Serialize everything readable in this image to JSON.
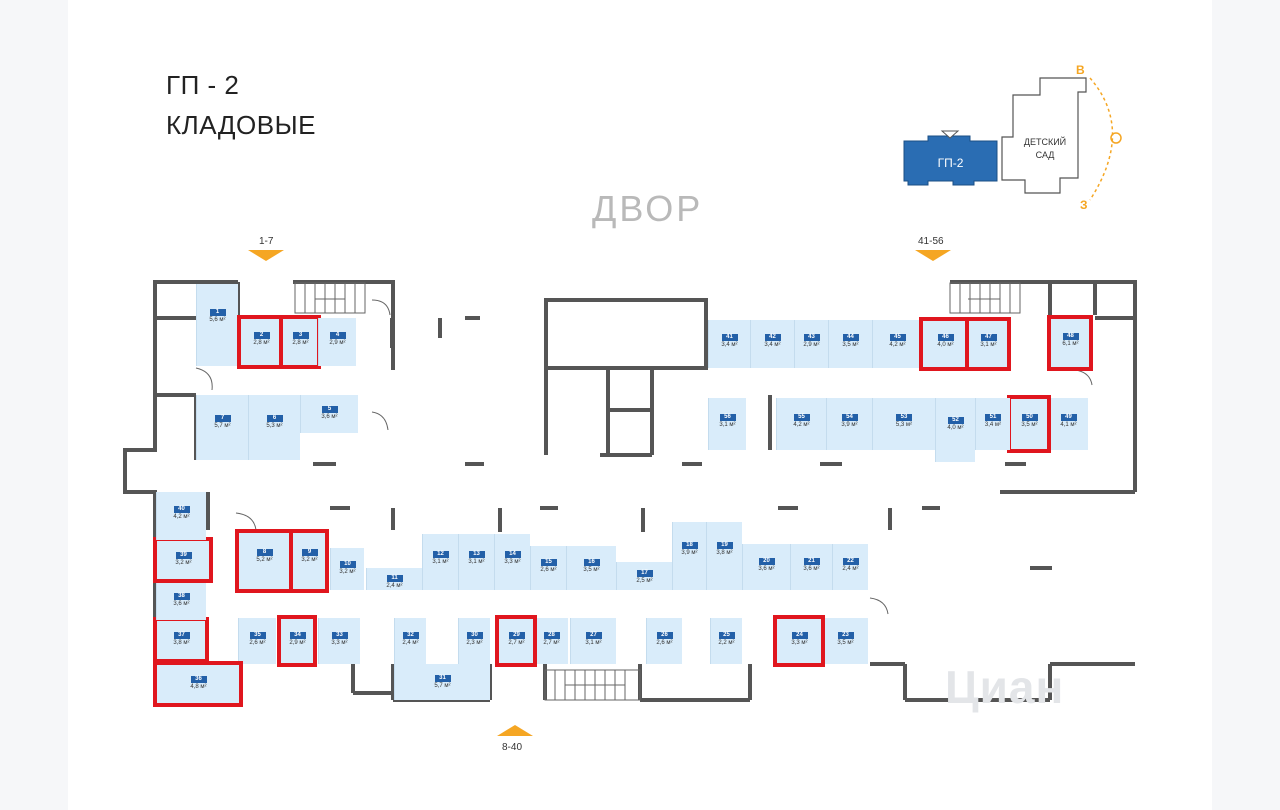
{
  "title": {
    "line1": "ГП - 2",
    "line2": "КЛАДОВЫЕ"
  },
  "yard_label": "ДВОР",
  "entrances": {
    "top_left": "1-7",
    "top_right": "41-56",
    "bottom": "8-40"
  },
  "mini_map": {
    "building": "ГП-2",
    "neighbor": "ДЕТСКИЙ САД",
    "east": "В",
    "west": "З"
  },
  "watermark": "Циан",
  "colors": {
    "accent": "#2360a8",
    "unit_fill": "#d9ecfa",
    "highlight": "#e0161e",
    "arrow": "#f5a623",
    "wall": "#555555"
  },
  "units": [
    {
      "n": "1",
      "a": "5,6 м²",
      "hl": false
    },
    {
      "n": "2",
      "a": "2,8 м²",
      "hl": true
    },
    {
      "n": "3",
      "a": "2,8 м²",
      "hl": true
    },
    {
      "n": "4",
      "a": "2,9 м²",
      "hl": false
    },
    {
      "n": "5",
      "a": "3,6 м²",
      "hl": false
    },
    {
      "n": "6",
      "a": "5,3 м²",
      "hl": false
    },
    {
      "n": "7",
      "a": "5,7 м²",
      "hl": false
    },
    {
      "n": "8",
      "a": "5,2 м²",
      "hl": true
    },
    {
      "n": "9",
      "a": "3,2 м²",
      "hl": true
    },
    {
      "n": "10",
      "a": "3,2 м²",
      "hl": false
    },
    {
      "n": "11",
      "a": "2,4 м²",
      "hl": false
    },
    {
      "n": "12",
      "a": "3,1 м²",
      "hl": false
    },
    {
      "n": "13",
      "a": "3,1 м²",
      "hl": false
    },
    {
      "n": "14",
      "a": "3,3 м²",
      "hl": false
    },
    {
      "n": "15",
      "a": "2,6 м²",
      "hl": false
    },
    {
      "n": "16",
      "a": "3,5 м²",
      "hl": false
    },
    {
      "n": "17",
      "a": "2,5 м²",
      "hl": false
    },
    {
      "n": "18",
      "a": "3,9 м²",
      "hl": false
    },
    {
      "n": "19",
      "a": "3,8 м²",
      "hl": false
    },
    {
      "n": "20",
      "a": "3,6 м²",
      "hl": false
    },
    {
      "n": "21",
      "a": "3,6 м²",
      "hl": false
    },
    {
      "n": "22",
      "a": "2,4 м²",
      "hl": false
    },
    {
      "n": "23",
      "a": "3,5 м²",
      "hl": false
    },
    {
      "n": "24",
      "a": "3,3 м²",
      "hl": true
    },
    {
      "n": "25",
      "a": "2,2 м²",
      "hl": false
    },
    {
      "n": "26",
      "a": "2,6 м²",
      "hl": false
    },
    {
      "n": "27",
      "a": "3,1 м²",
      "hl": false
    },
    {
      "n": "28",
      "a": "2,7 м²",
      "hl": false
    },
    {
      "n": "29",
      "a": "2,7 м²",
      "hl": true
    },
    {
      "n": "30",
      "a": "2,3 м²",
      "hl": false
    },
    {
      "n": "31",
      "a": "5,7 м²",
      "hl": false
    },
    {
      "n": "32",
      "a": "2,4 м²",
      "hl": false
    },
    {
      "n": "33",
      "a": "3,3 м²",
      "hl": false
    },
    {
      "n": "34",
      "a": "2,9 м²",
      "hl": true
    },
    {
      "n": "35",
      "a": "2,6 м²",
      "hl": false
    },
    {
      "n": "36",
      "a": "4,8 м²",
      "hl": true
    },
    {
      "n": "37",
      "a": "3,8 м²",
      "hl": true
    },
    {
      "n": "38",
      "a": "3,6 м²",
      "hl": false
    },
    {
      "n": "39",
      "a": "3,2 м²",
      "hl": true
    },
    {
      "n": "40",
      "a": "4,2 м²",
      "hl": false
    },
    {
      "n": "41",
      "a": "3,4 м²",
      "hl": false
    },
    {
      "n": "42",
      "a": "3,4 м²",
      "hl": false
    },
    {
      "n": "43",
      "a": "2,9 м²",
      "hl": false
    },
    {
      "n": "44",
      "a": "3,5 м²",
      "hl": false
    },
    {
      "n": "45",
      "a": "4,2 м²",
      "hl": false
    },
    {
      "n": "46",
      "a": "4,0 м²",
      "hl": true
    },
    {
      "n": "47",
      "a": "3,1 м²",
      "hl": true
    },
    {
      "n": "48",
      "a": "6,1 м²",
      "hl": true
    },
    {
      "n": "49",
      "a": "4,1 м²",
      "hl": false
    },
    {
      "n": "50",
      "a": "3,5 м²",
      "hl": true
    },
    {
      "n": "51",
      "a": "3,4 м²",
      "hl": false
    },
    {
      "n": "52",
      "a": "4,0 м²",
      "hl": false
    },
    {
      "n": "53",
      "a": "5,3 м²",
      "hl": false
    },
    {
      "n": "54",
      "a": "3,9 м²",
      "hl": false
    },
    {
      "n": "55",
      "a": "4,2 м²",
      "hl": false
    },
    {
      "n": "56",
      "a": "3,1 м²",
      "hl": false
    }
  ]
}
